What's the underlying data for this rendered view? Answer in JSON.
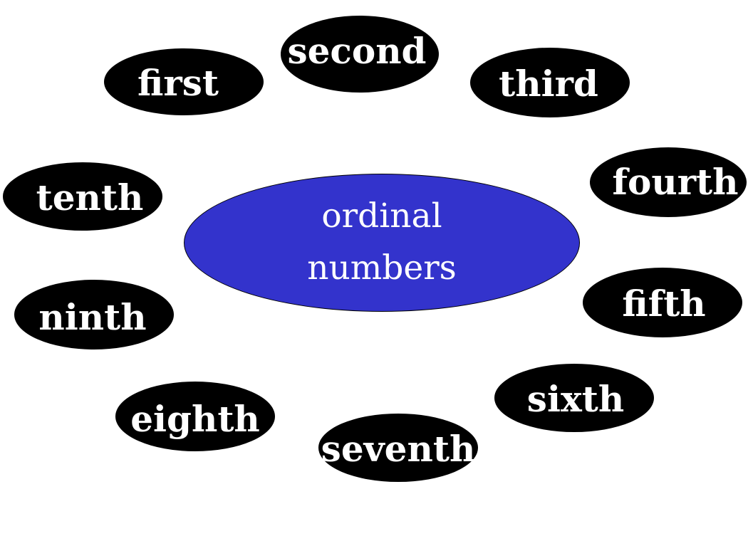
{
  "center": {
    "line1": "ordinal",
    "line2": "numbers",
    "fill_color": "#3333cc"
  },
  "ordinals": {
    "first": "first",
    "second": "second",
    "third": "third",
    "fourth": "fourth",
    "fifth": "fifth",
    "sixth": "sixth",
    "seventh": "seventh",
    "eighth": "eighth",
    "ninth": "ninth",
    "tenth": "tenth"
  },
  "colors": {
    "oval_fill": "#000000",
    "text": "#ffffff",
    "background": "#ffffff"
  }
}
